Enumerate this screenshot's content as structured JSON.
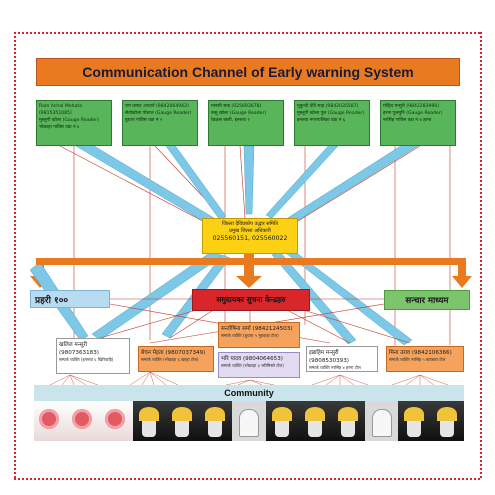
{
  "title": "Communication Channel of Early warning System",
  "gauge_readers": [
    {
      "line1": "Ram Achal Mehata (9815351085)",
      "line2": "मुस्लुगी खोला (Gauge Reader)",
      "line3": "भोक्राहा गाविस वडा नं ६"
    },
    {
      "line1": "राम प्रसाद आचार्य (9842064942)",
      "line2": "सेतोखोला पोस्टल (Gauge Reader)",
      "line3": "बुधारा गाविस वडा नं २"
    },
    {
      "line1": "मानसी साह (025693678)",
      "line2": "कसु खोला (Gauge Reader)",
      "line3": "रेडक्रस बस्ती, इनरुवा २"
    },
    {
      "line1": "मुकुन्दी देवि साह (9842035587)",
      "line2": "मुस्लुगी खोला पुल (Gauge Reader)",
      "line3": "इनरुवा नगरपालिका वडा नं ६"
    },
    {
      "line1": "मोहिद मन्सुरी (9842283990)",
      "line2": "हरना पुलमुनि (Gauge Reader)",
      "line3": "नरसिंह गाविस वडा नं ४ हरना"
    }
  ],
  "center": {
    "line1": "जिल्ला दैविप्रकोप उद्धार समिति",
    "line2": "प्रमुख जिल्ला अधिकारी",
    "numbers": "025560151, 025560022"
  },
  "left_label": "प्रहरी १००",
  "right_label": "सन्चार माध्यम",
  "hub_label": "समुदायका सुचना केन्द्रहरु",
  "contacts": [
    {
      "name": "खलिल मन्सुरी",
      "phone": "(9807363183)",
      "sub": "सम्पर्क व्यक्ति (इनरुवा ६ खिरिवाहि)"
    },
    {
      "name": "बेचन मेहता (9807037349)",
      "phone": "",
      "sub": "सम्पर्क व्यक्ति (भोक्राहा ६ खरहा टोल)"
    },
    {
      "name": "सन्तोषिना सर्मा (9842124503)",
      "phone": "",
      "sub": "सम्पर्क व्यक्ति (बुधारा ५ मुडवाहा टोल)"
    },
    {
      "name": "भरि यादव (9804064653)",
      "phone": "",
      "sub": "सम्पर्क व्यक्ति (भोक्राहा ३ भरिमिस्ले टोल)"
    },
    {
      "name": "इब्राहिम मन्सुरी (9808530393)",
      "phone": "",
      "sub": "सम्पर्क व्यक्ति नरसिंह ४ हरना टोल"
    },
    {
      "name": "मिना उराव (9842106366)",
      "phone": "",
      "sub": "सम्पर्क व्यक्ति नरसिंह ५ कठबारा टोल"
    }
  ],
  "community_label": "Community",
  "colors": {
    "title_bar": "#e97a1f",
    "reader_box": "#58b55a",
    "center_box": "#fcd114",
    "hub": "#d9262b",
    "arrow": "#7cc8e6",
    "line": "#c0392b"
  }
}
